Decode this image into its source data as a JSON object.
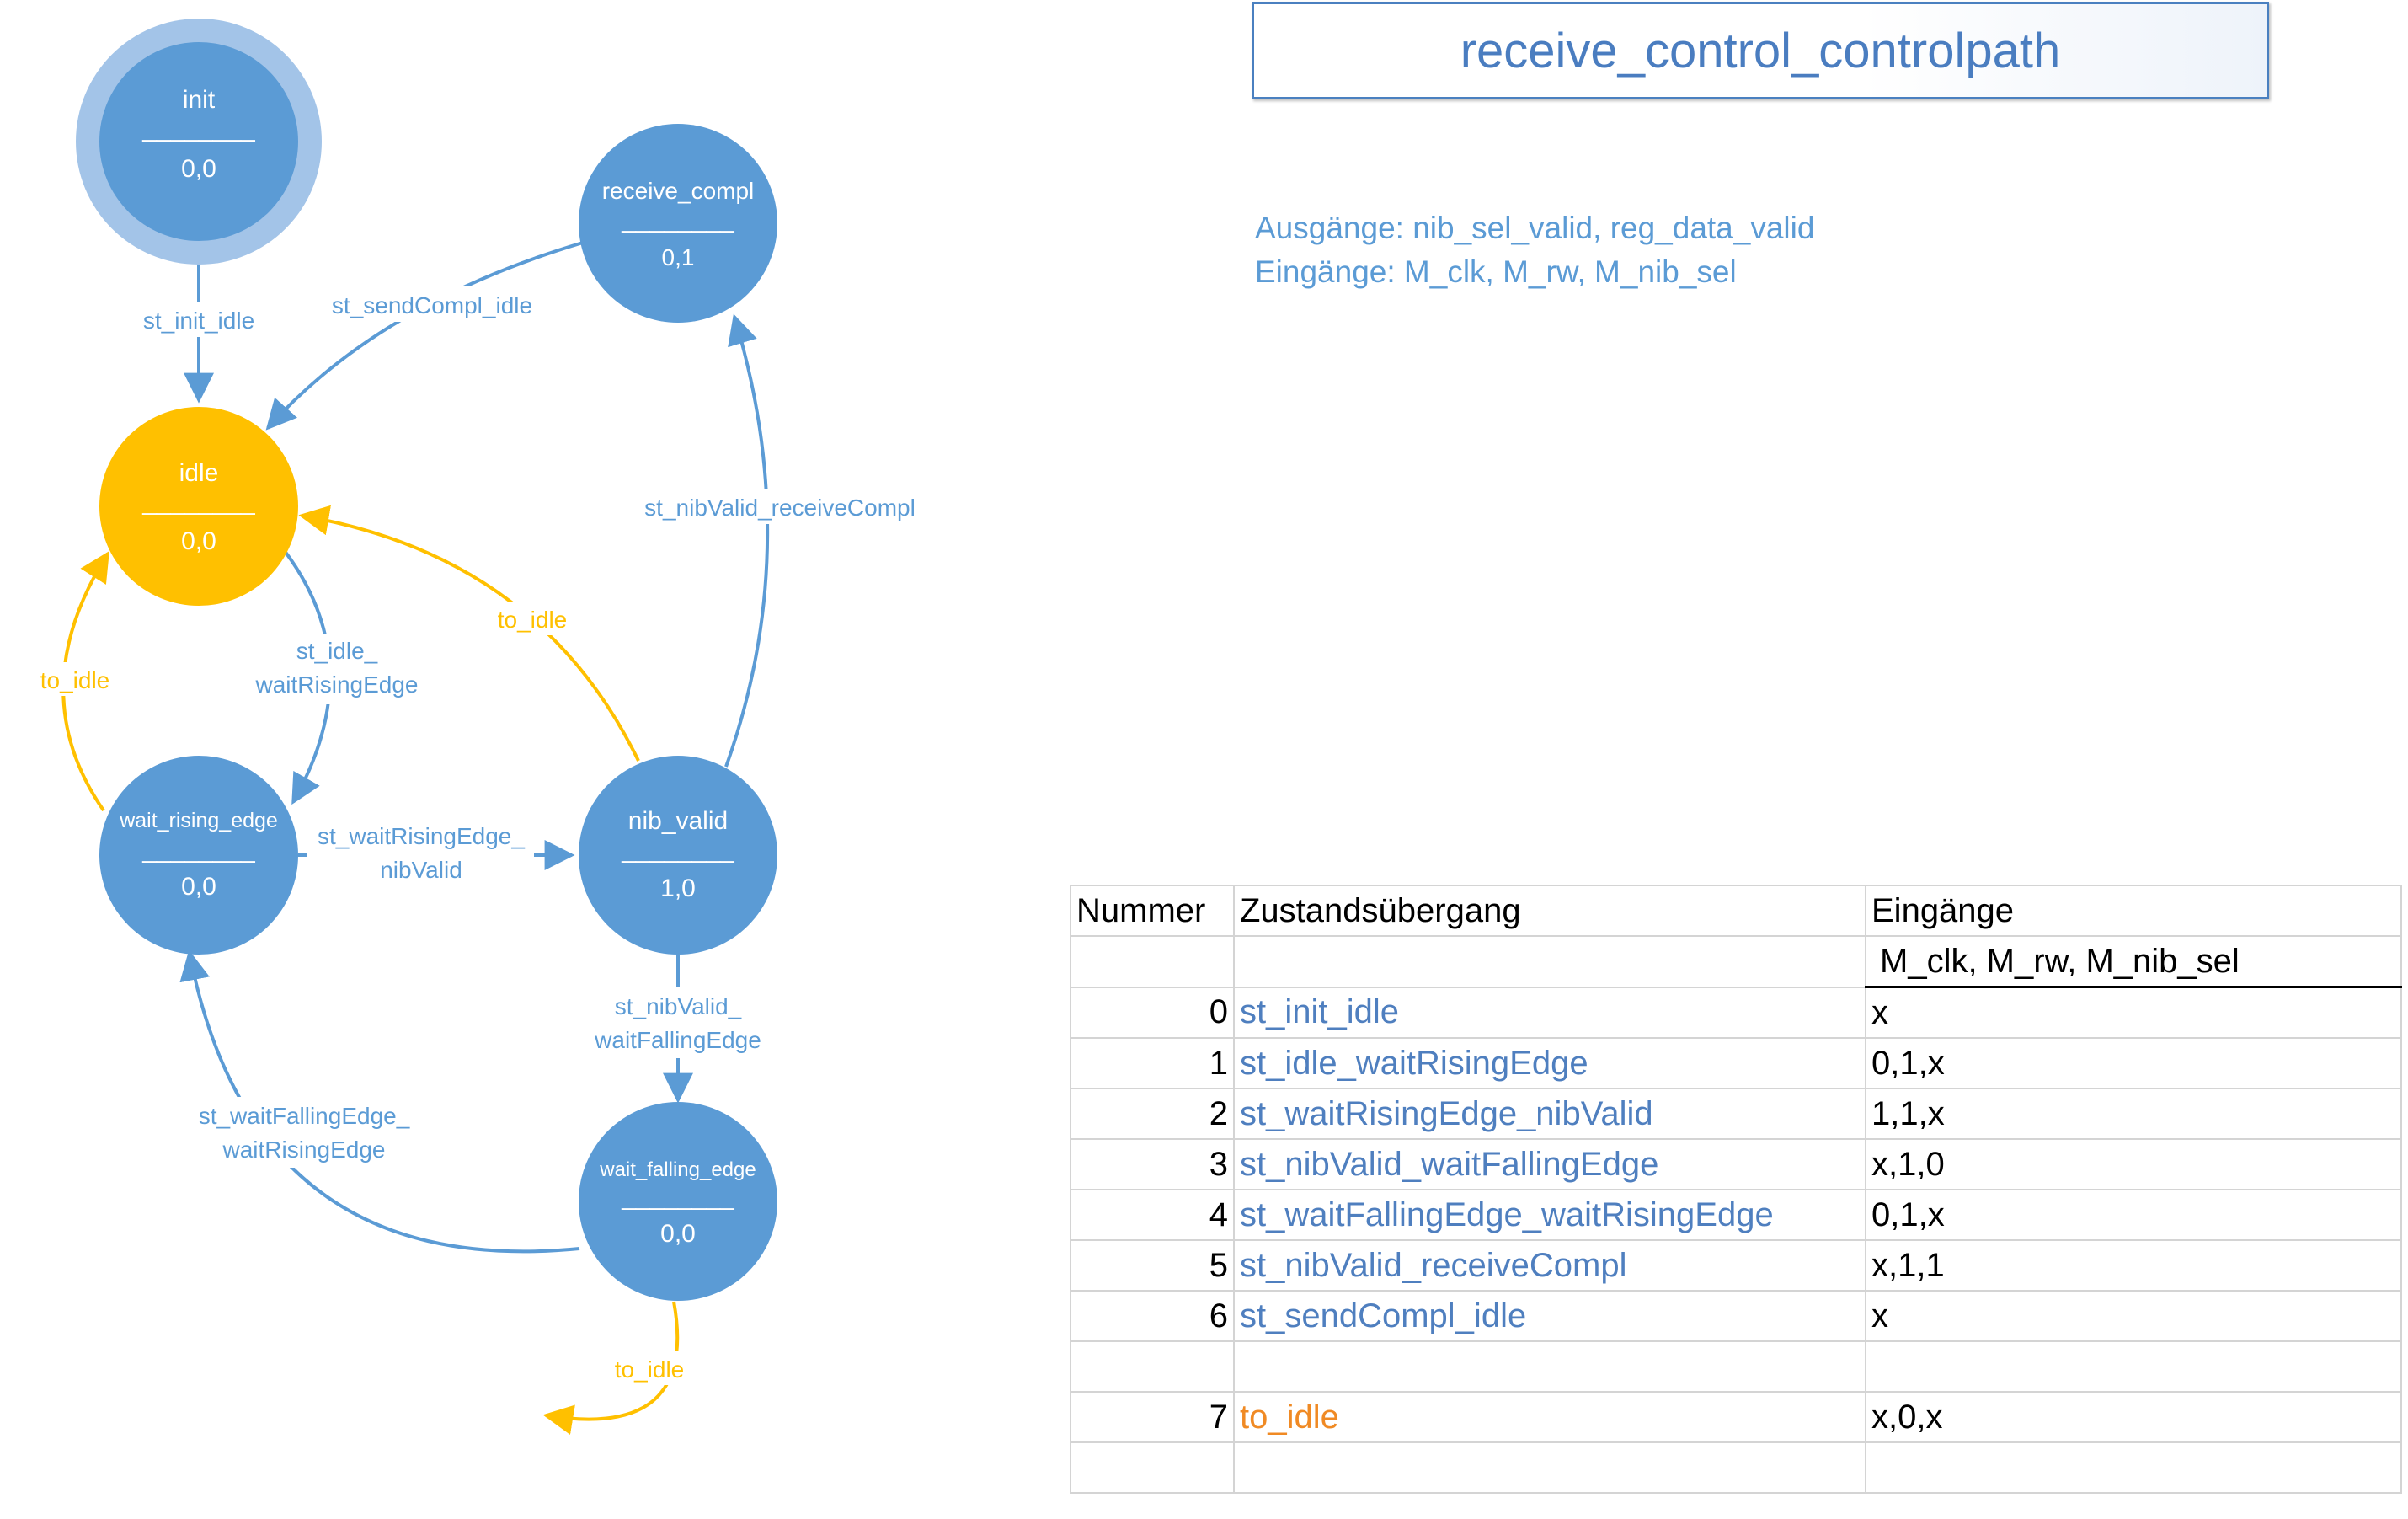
{
  "title": "receive_control_controlpath",
  "info": {
    "outputs": "Ausgänge: nib_sel_valid, reg_data_valid",
    "inputs": "Eingänge: M_clk, M_rw, M_nib_sel"
  },
  "states": [
    {
      "id": "init",
      "label": "init",
      "output": "0,0",
      "fill": "#5b9bd5",
      "ring": true
    },
    {
      "id": "idle",
      "label": "idle",
      "output": "0,0",
      "fill": "#ffc000"
    },
    {
      "id": "receive_compl",
      "label": "receive_compl",
      "output": "0,1",
      "fill": "#5b9bd5"
    },
    {
      "id": "wait_rising_edge",
      "label": "wait_rising_edge",
      "output": "0,0",
      "fill": "#5b9bd5"
    },
    {
      "id": "nib_valid",
      "label": "nib_valid",
      "output": "1,0",
      "fill": "#5b9bd5"
    },
    {
      "id": "wait_falling_edge",
      "label": "wait_falling_edge",
      "output": "0,0",
      "fill": "#5b9bd5"
    }
  ],
  "separator": "________",
  "edges": [
    {
      "id": "st_init_idle",
      "lines": [
        "st_init_idle"
      ],
      "color": "#5b9bd5"
    },
    {
      "id": "st_sendCompl_idle",
      "lines": [
        "st_sendCompl_idle"
      ],
      "color": "#5b9bd5"
    },
    {
      "id": "st_nibValid_receiveCompl",
      "lines": [
        "st_nibValid_receiveCompl"
      ],
      "color": "#5b9bd5"
    },
    {
      "id": "st_idle_waitRisingEdge",
      "lines": [
        "st_idle_",
        "waitRisingEdge"
      ],
      "color": "#5b9bd5"
    },
    {
      "id": "st_waitRisingEdge_nibValid",
      "lines": [
        "st_waitRisingEdge_",
        "nibValid"
      ],
      "color": "#5b9bd5"
    },
    {
      "id": "st_nibValid_waitFallingEdge",
      "lines": [
        "st_nibValid_",
        "waitFallingEdge"
      ],
      "color": "#5b9bd5"
    },
    {
      "id": "st_waitFallingEdge_waitRisingEdge",
      "lines": [
        "st_waitFallingEdge_",
        "waitRisingEdge"
      ],
      "color": "#5b9bd5"
    },
    {
      "id": "to_idle_left",
      "lines": [
        "to_idle"
      ],
      "color": "#ffc000"
    },
    {
      "id": "to_idle_mid",
      "lines": [
        "to_idle"
      ],
      "color": "#ffc000"
    },
    {
      "id": "to_idle_bottom",
      "lines": [
        "to_idle"
      ],
      "color": "#ffc000"
    }
  ],
  "table": {
    "headers": [
      "Nummer",
      "Zustandsübergang",
      "Eingänge"
    ],
    "subheader": "M_clk, M_rw, M_nib_sel",
    "rows": [
      {
        "num": "0",
        "name": "st_init_idle",
        "inputs": "x"
      },
      {
        "num": "1",
        "name": "st_idle_waitRisingEdge",
        "inputs": "0,1,x"
      },
      {
        "num": "2",
        "name": "st_waitRisingEdge_nibValid",
        "inputs": "1,1,x"
      },
      {
        "num": "3",
        "name": "st_nibValid_waitFallingEdge",
        "inputs": "x,1,0"
      },
      {
        "num": "4",
        "name": "st_waitFallingEdge_waitRisingEdge",
        "inputs": "0,1,x"
      },
      {
        "num": "5",
        "name": "st_nibValid_receiveCompl",
        "inputs": "x,1,1"
      },
      {
        "num": "6",
        "name": "st_sendCompl_idle",
        "inputs": "x"
      },
      {
        "num": "",
        "name": "",
        "inputs": ""
      },
      {
        "num": "7",
        "name": "to_idle",
        "inputs": "x,0,x",
        "highlight": "#f08a24"
      },
      {
        "num": "",
        "name": "",
        "inputs": ""
      }
    ]
  }
}
